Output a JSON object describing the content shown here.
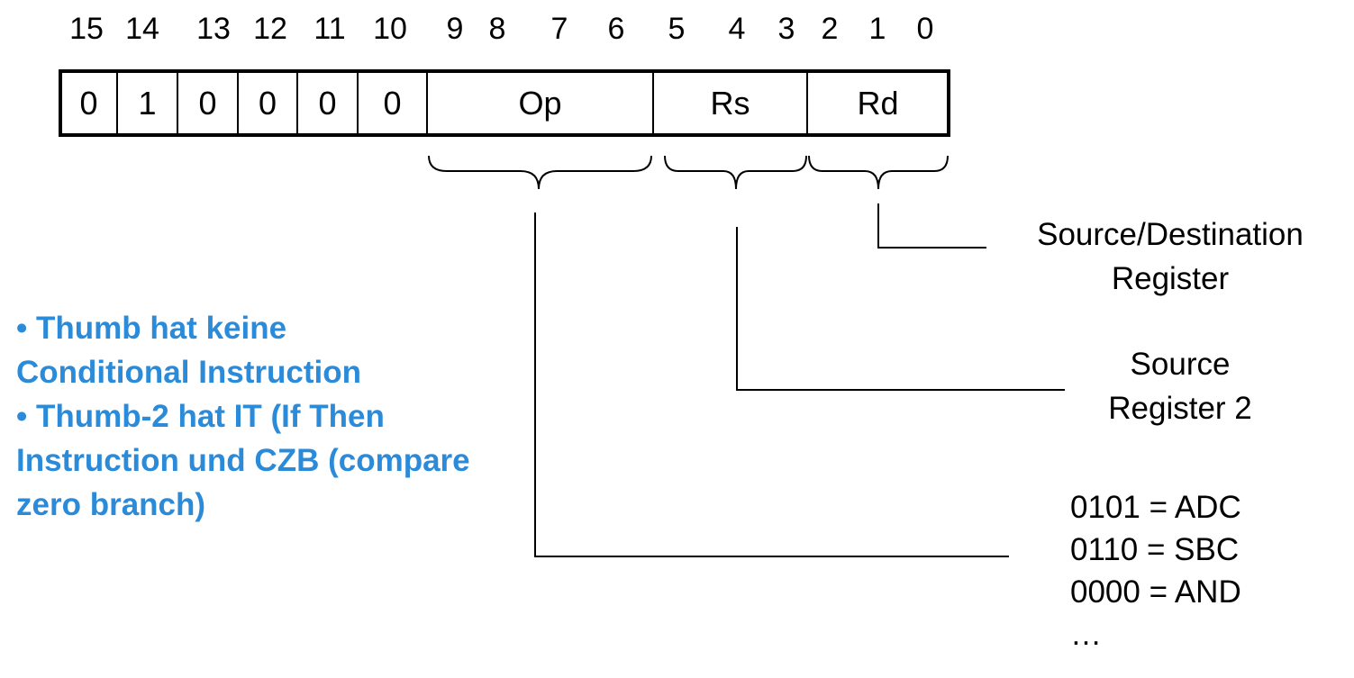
{
  "bit_numbers": [
    "15",
    "14",
    "13",
    "12",
    "11",
    "10",
    "9",
    "8",
    "7",
    "6",
    "5",
    "4",
    "3",
    "2",
    "1",
    "0"
  ],
  "fields": {
    "b15": "0",
    "b14": "1",
    "b13": "0",
    "b12": "0",
    "b11": "0",
    "b10": "0",
    "op": "Op",
    "rs": "Rs",
    "rd": "Rd"
  },
  "labels": {
    "rd_line1": "Source/Destination",
    "rd_line2": "Register",
    "rs_line1": "Source",
    "rs_line2": "Register 2"
  },
  "opcodes": [
    "0101 = ADC",
    "0110 = SBC",
    "0000 = AND",
    "…"
  ],
  "note": {
    "line1": "• Thumb hat keine",
    "line2": "Conditional Instruction",
    "line3": "• Thumb-2 hat IT (If Then",
    "line4": "Instruction und CZB (compare",
    "line5": "zero branch)"
  },
  "colors": {
    "note_text": "#2C8BD8",
    "lines": "#000000"
  }
}
